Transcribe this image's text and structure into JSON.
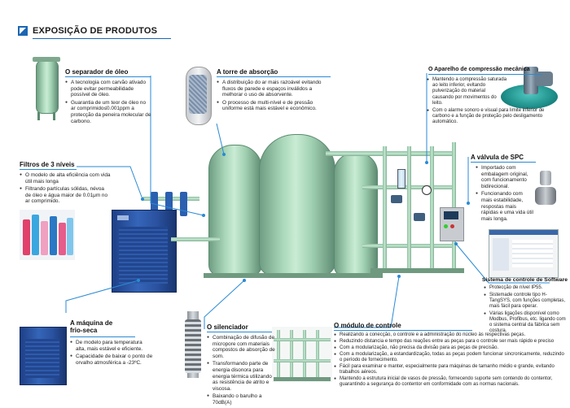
{
  "header": {
    "title": "EXPOSIÇÃO DE PRODUTOS"
  },
  "sections": {
    "separator": {
      "title": "O separador de óleo",
      "bullets": [
        "A tecnologia com carvão ativado pode evitar permeabilidade possível de óleo.",
        "Guarantia de um teor de óleo no ar comprimido≤0.001ppm a protecção da peneira molecular de carbono."
      ]
    },
    "tower": {
      "title": "A torre de absorção",
      "bullets": [
        "A distribuição do ar mais razoável evitando fluxos de parede e espaços inválidos a melhorar o uso de absorvente.",
        "O processo de multi-nível e de pressão uniforme está mais estável e econômico."
      ]
    },
    "compression": {
      "title": "O Aparelho de compressão mecânica",
      "bullets": [
        "Mantendo a compressão saturada ao leito inferior, evitando pulverização do material causando por movimentos do leito.",
        "Com o alarme sonoro e visual para limite inferior de carbono e a função de proteção pelo desligamento automático."
      ]
    },
    "filters": {
      "title": "Filtros de 3 níveis",
      "bullets": [
        " O modelo de alta eficiência com vida útil mais longa",
        "Filtrando partículas sólidas, névoa de óleo e água maior de 0.01μm no ar comprimido."
      ]
    },
    "spc": {
      "title": "A válvula de SPC",
      "bullets": [
        "Importado com embalagem original, com funcionamento bidirecional.",
        "Funcionando com mais estabilidade, respostas mais rápidas e uma vida útil mais longa."
      ]
    },
    "software": {
      "title": "Sistema de controle de Software",
      "bullets": [
        "Protecção de nível IP55.",
        "Sistemade controle tipo H-TangSYS, com funções completas, mais fácil para operar.",
        "Várias ligações disponível como Modbus, Profibus, etc. ligando com o sistema central da fábrica sem costura."
      ]
    },
    "dryer": {
      "title": "A máquina de frio-seca",
      "bullets": [
        "De modelo para temperatura alta, mais estável e eficiente.",
        "Capacidade de baixar o ponto de orvalho atmosférica a -23ºC."
      ]
    },
    "silencer": {
      "title": "O silenciador",
      "bullets": [
        "Combinação de difusão de micropore com materiais compostos de absorção de som.",
        "Transformando parte de energia disonora para energia térmica utilizando as resistência de atrito e viscosa.",
        "Baixando o barulho a 70dB(A)"
      ]
    },
    "control": {
      "title": "O módulo de controle",
      "bullets": [
        "Realizando a conecção, o controle e a administração do núcleo às respectivas peças.",
        "Reduzindo distancia e tempo das reações entre as peças para o controle ser mais rápido e preciso",
        "Com a modularização, não precisa da divisão para as peças de precisão.",
        "Com a modularização, a estandardização, todas as peças podem funcionar sincronicamente, reduzindo o período de fornecimento.",
        "Fácil para examinar e manter, especialmente para máquinas de tamanho médio e grande, evitando trabalhos aéreos.",
        "Mantendo a estrutura inicial de vasos de pressão, fornecendo suporte sem contendo do contentor, guarantindo a segurança do contentor em conformidade com as normas nacionais."
      ]
    }
  },
  "colors": {
    "accent": "#2a8ad4",
    "brand": "#1a66b3",
    "tank": "#a9d6b8",
    "dryer": "#2a52a0"
  },
  "icons": {
    "header": "arrow-square-icon",
    "bullet": "bullet-dot-icon"
  }
}
